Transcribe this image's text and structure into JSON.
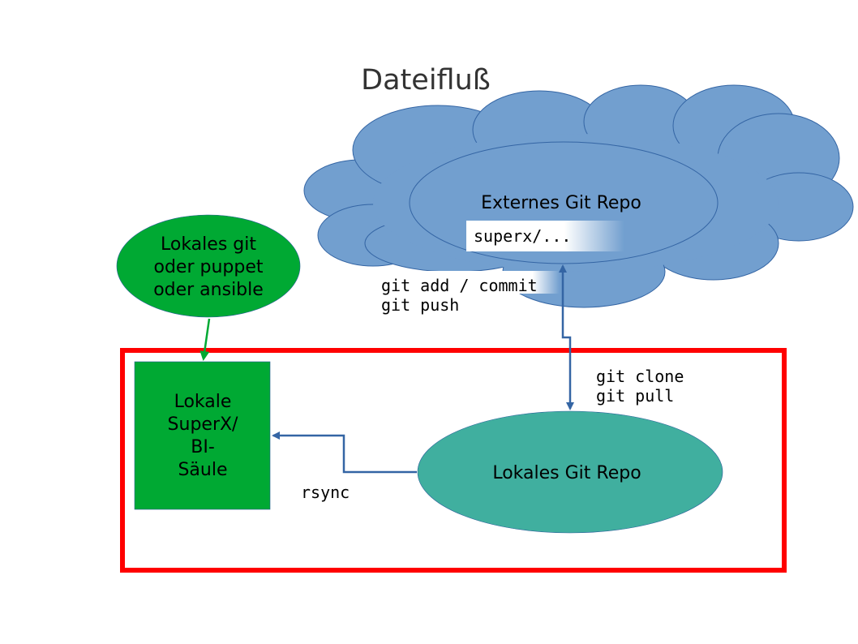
{
  "title": "Dateifluß",
  "cloud": {
    "repo_label": "Externes Git Repo",
    "path_label": "superx/...",
    "fill": "#729fcf",
    "stroke": "#3465a4"
  },
  "config_node": {
    "line1": "Lokales git",
    "line2": "oder puppet",
    "line3": "oder ansible",
    "fill": "#00a933"
  },
  "bi_box": {
    "line1": "Lokale",
    "line2": "SuperX/",
    "line3": "BI-",
    "line4": "Säule",
    "fill": "#00a933"
  },
  "local_repo": {
    "label": "Lokales Git Repo",
    "fill": "#40af9f"
  },
  "edges": {
    "push_line1": "git add / commit",
    "push_line2": "git push",
    "clone_line1": "git clone",
    "clone_line2": "git pull",
    "rsync": "rsync",
    "arrow_color": "#3465a4",
    "config_arrow_color": "#00a933"
  },
  "boundary_color": "#ff0000"
}
